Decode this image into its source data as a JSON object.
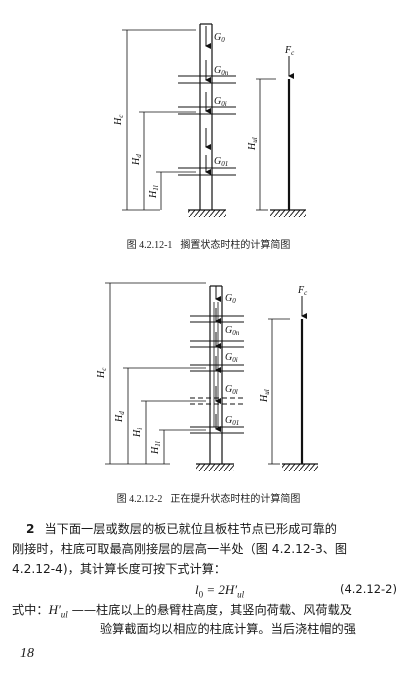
{
  "figure1": {
    "caption_number": "图 4.2.12-1",
    "caption_text": "搁置状态时柱的计算简图",
    "labels": {
      "Hc": "H",
      "Hc_sub": "c",
      "Hd": "H",
      "Hd_sub": "d",
      "H1": "H",
      "H1_sub": "1l",
      "Hu": "H",
      "Hu_sub": "ul",
      "G0": "G",
      "G0_sub": "0",
      "G0n": "G",
      "G0n_sub": "0n",
      "G0i": "G",
      "G0i_sub": "0i",
      "G01": "G",
      "G01_sub": "01",
      "Fc": "F",
      "Fc_sub": "c"
    }
  },
  "figure2": {
    "caption_number": "图 4.2.12-2",
    "caption_text": "正在提升状态时柱的计算简图",
    "labels": {
      "Hc": "H",
      "Hc_sub": "c",
      "Hd": "H",
      "Hd_sub": "d",
      "Hi": "H",
      "Hi_sub": "i",
      "H1": "H",
      "H1_sub": "1l",
      "Hu": "H",
      "Hu_sub": "ul",
      "G0": "G",
      "G0_sub": "0",
      "G0n": "G",
      "G0n_sub": "0n",
      "G0i": "G",
      "G0i_sub": "0i",
      "G0l": "G",
      "G0l_sub": "0l",
      "G01": "G",
      "G01_sub": "01",
      "Fc": "F",
      "Fc_sub": "c"
    }
  },
  "paragraph": {
    "number": "2",
    "line1": "当下面一层或数层的板已就位且板柱节点已形成可靠的",
    "line2": "刚接时，柱底可取最高刚接层的层高一半处（图 4.2.12-3、图",
    "line3": "4.2.12-4)，其计算长度可按下式计算："
  },
  "formula": {
    "lhs": "l",
    "lhs_sub": "0",
    "rhs": "= 2H′",
    "rhs_sub": "ul",
    "number": "(4.2.12-2)"
  },
  "where": {
    "lead": "式中：",
    "symbol": "H′",
    "symbol_sub": "ul",
    "line1_rest": " ——柱底以上的悬臂柱高度，其竖向荷载、风荷载及",
    "line2": "验算截面均以相应的柱底计算。当后浇柱帽的强"
  },
  "page_number": "18"
}
